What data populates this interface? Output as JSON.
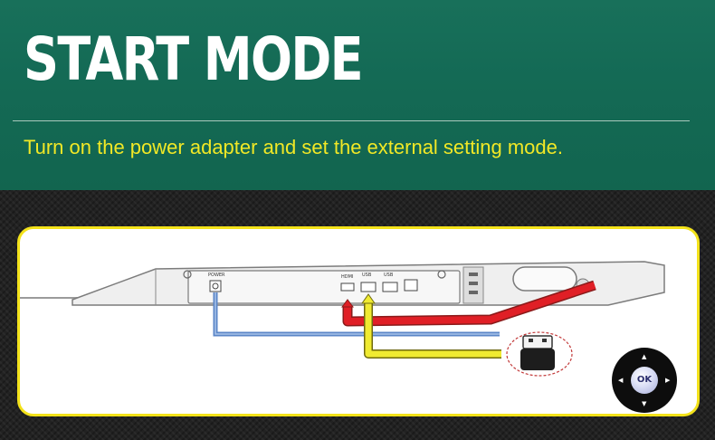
{
  "header": {
    "title": "START MODE",
    "subtitle": "Turn on the power adapter and set the external setting mode."
  },
  "device_panel": {
    "port_labels": {
      "power": "POWER",
      "hdmi": "HDMI",
      "usb_1": "USB",
      "usb_2": "USB"
    },
    "cable_colors": {
      "power_cable": "#5b86c7",
      "hdmi_cable": "#e01f26",
      "usb_cable": "#f0eb31"
    }
  },
  "remote": {
    "ok_label": "OK"
  },
  "colors": {
    "header_bg": "#15694f",
    "title": "#ffffff",
    "subtitle": "#f1e826",
    "panel_border": "#f3e21a"
  }
}
